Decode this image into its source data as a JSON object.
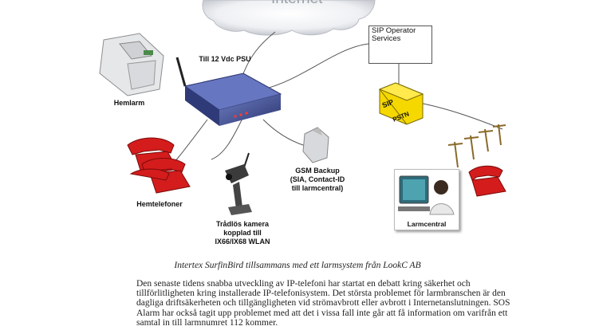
{
  "cloud": {
    "label": "Internet"
  },
  "diagram": {
    "sip_operator": "SIP Operator\nServices",
    "psu": "Till 12 Vdc PSU",
    "hemlarm": "Hemlarm",
    "gsm": "GSM Backup\n(SIA, Contact-ID\ntill larmcentral)",
    "hemtelefoner": "Hemtelefoner",
    "camera": "Trådlös kamera\nkopplad till\nIX66/IX68 WLAN",
    "sip_gateway_top": "SIP",
    "sip_gateway_bottom": "PSTN",
    "larmcentral": "Larmcentral"
  },
  "caption": "Intertex SurfinBird tillsammans med ett larmsystem från LookC AB",
  "paragraph": [
    "Den senaste tidens snabba utveckling av IP-telefoni har startat en debatt kring säkerhet och",
    "tillförlitligheten kring installerade IP-telefonisystem. Det största problemet för larmbranschen är den",
    "dagliga driftsäkerheten och tillgängligheten vid strömavbrott eller avbrott i Internetanslutningen. SOS",
    "Alarm har också tagit upp problemet med att det i vissa fall inte går att få information om varifrån ett",
    "samtal in till larmnumret 112 kommer."
  ]
}
